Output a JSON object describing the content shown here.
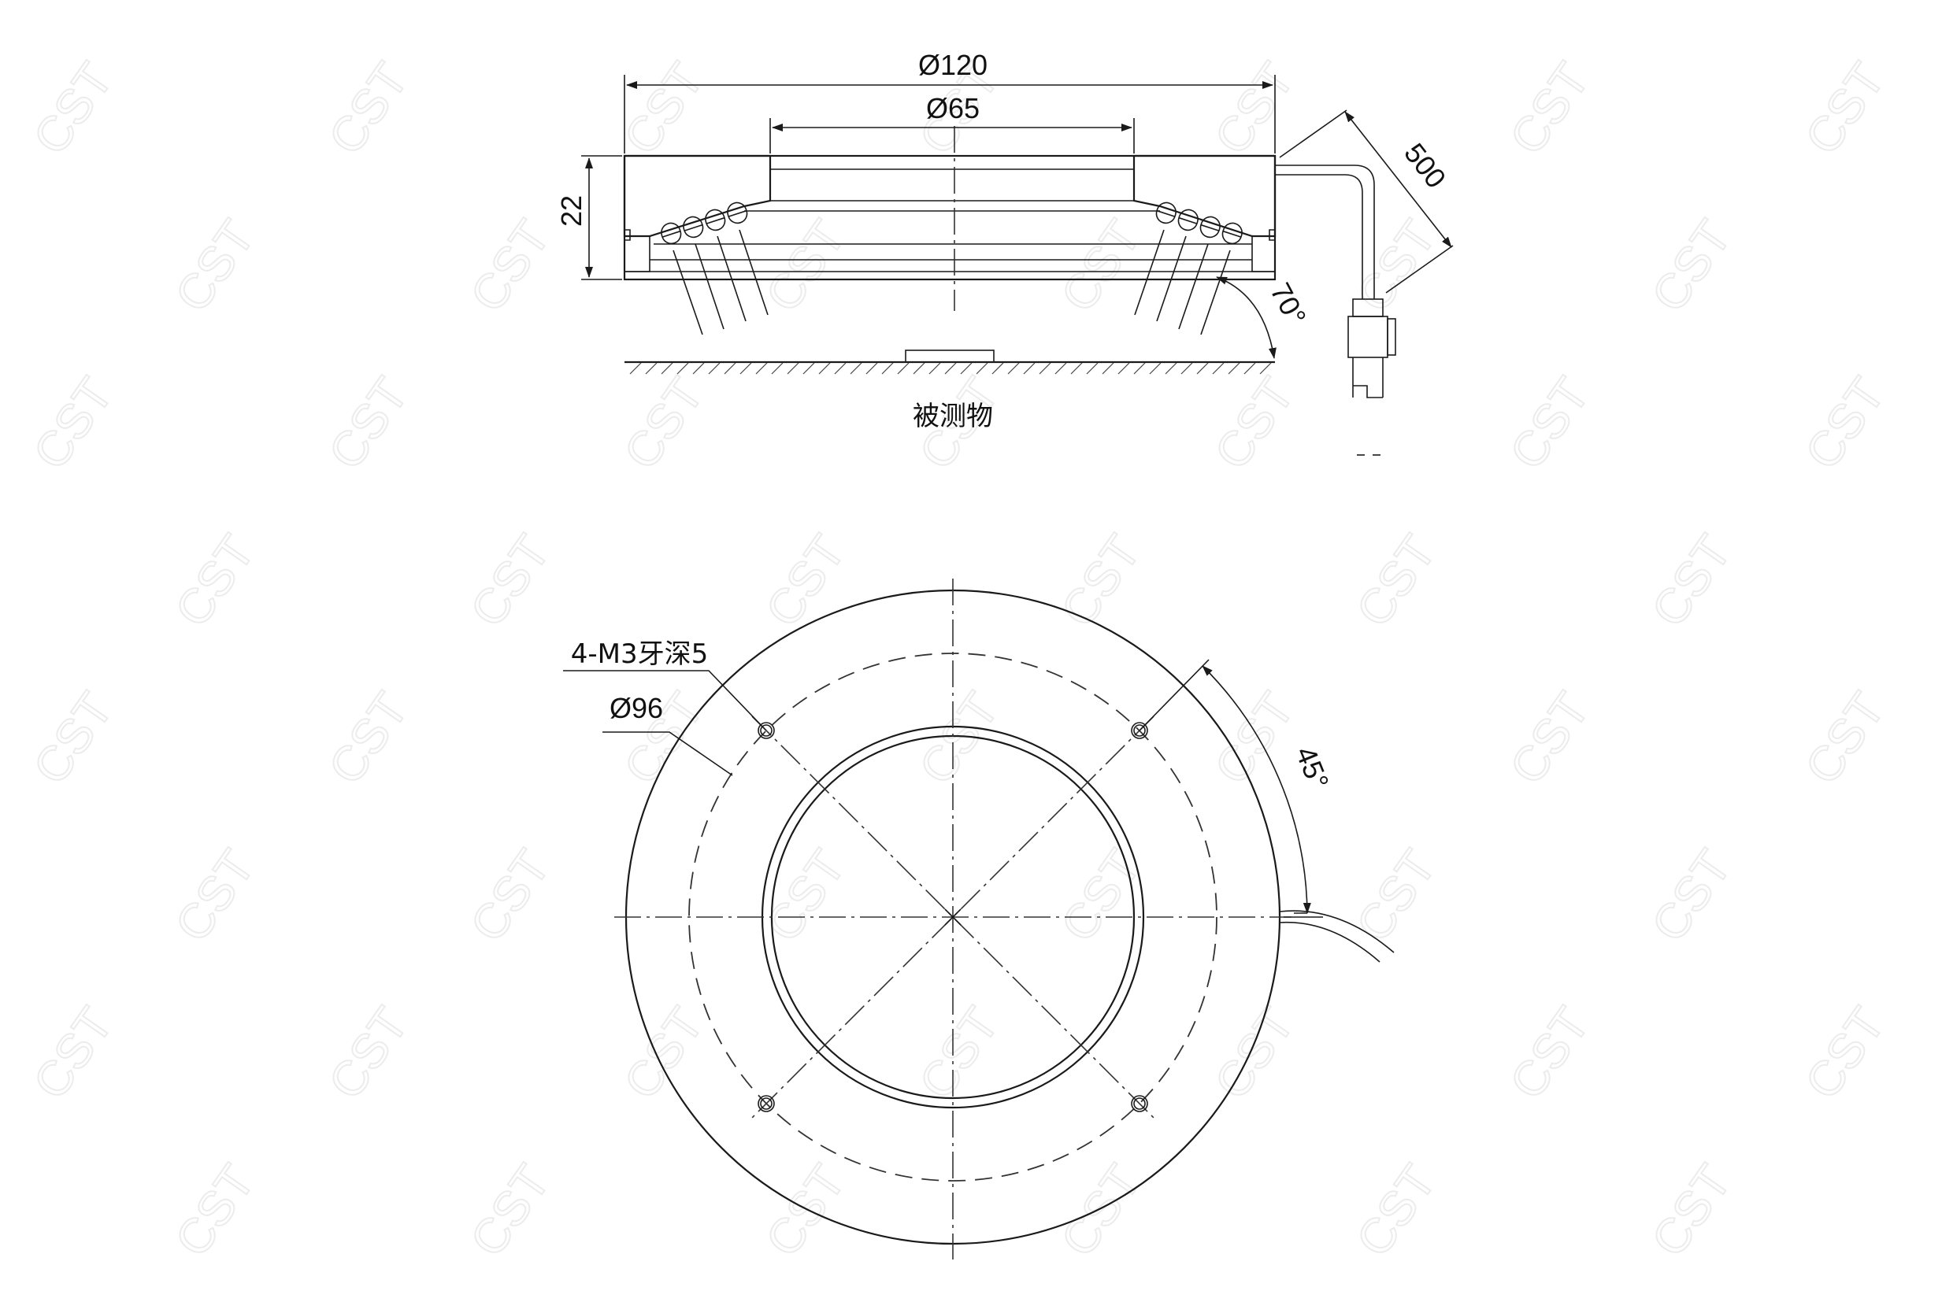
{
  "watermark": {
    "text": "CST"
  },
  "side_view": {
    "dim_outer_diameter": "Ø120",
    "dim_inner_diameter": "Ø65",
    "dim_height": "22",
    "dim_cable_length": "500",
    "dim_angle": "70°",
    "target_label": "被测物"
  },
  "top_view": {
    "thread_label": "4-M3牙深5",
    "bolt_circle_label": "Ø96",
    "angle_label": "45°"
  }
}
